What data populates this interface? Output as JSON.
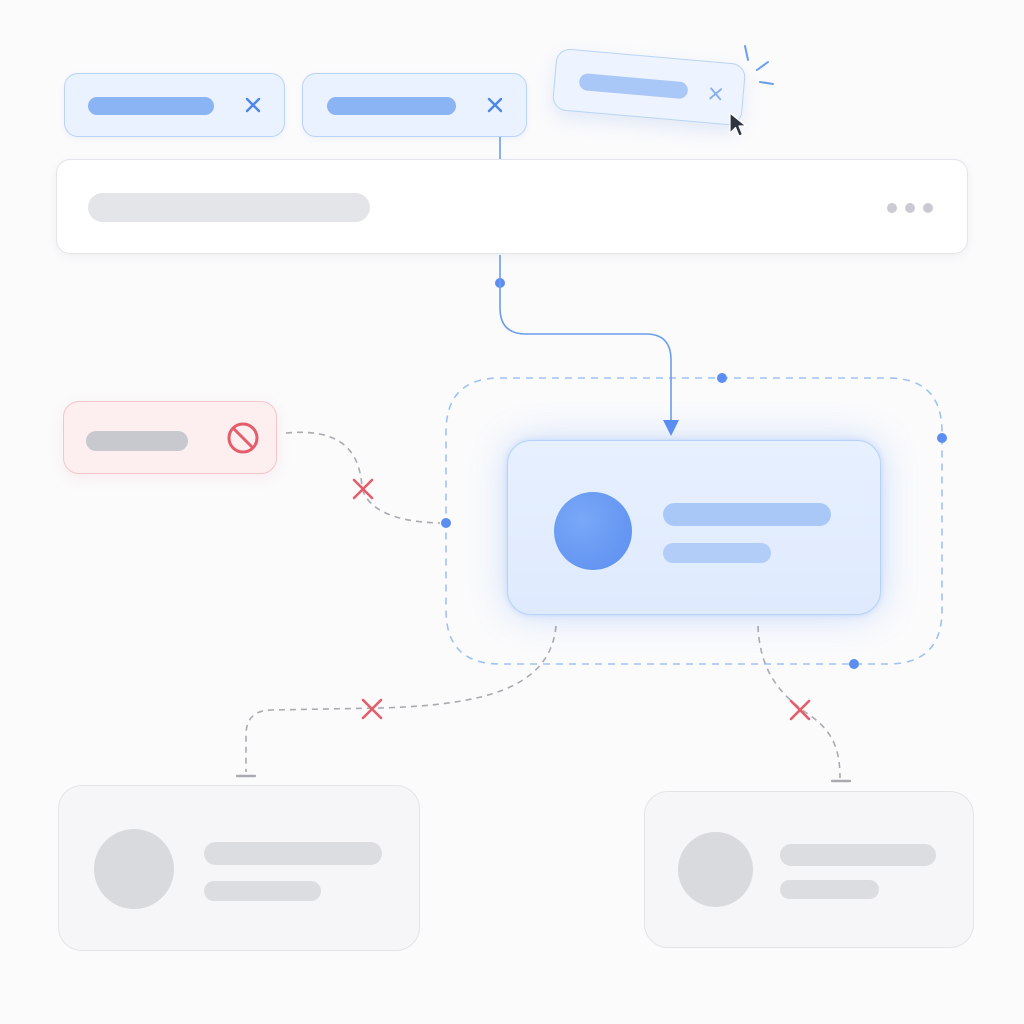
{
  "colors": {
    "accent_blue": "#5b8ef0",
    "link_blue": "#6a9eee",
    "blocked_red": "#e35d6a",
    "dashed_gray": "#a9abb1",
    "selection_dash": "#9fc2f3"
  },
  "tags": [
    {
      "name": "tag-chip-1",
      "close_icon": "close-icon"
    },
    {
      "name": "tag-chip-2",
      "close_icon": "close-icon"
    },
    {
      "name": "tag-chip-dragging",
      "close_icon": "close-icon"
    }
  ],
  "header": {
    "menu_icon": "more-horizontal-icon"
  },
  "blocked_node": {
    "icon": "block-icon"
  },
  "main_card": {
    "avatar": "avatar"
  },
  "ghost_cards": [
    {
      "avatar": "avatar"
    },
    {
      "avatar": "avatar"
    }
  ],
  "cursor": {
    "icon": "mouse-pointer-icon"
  }
}
